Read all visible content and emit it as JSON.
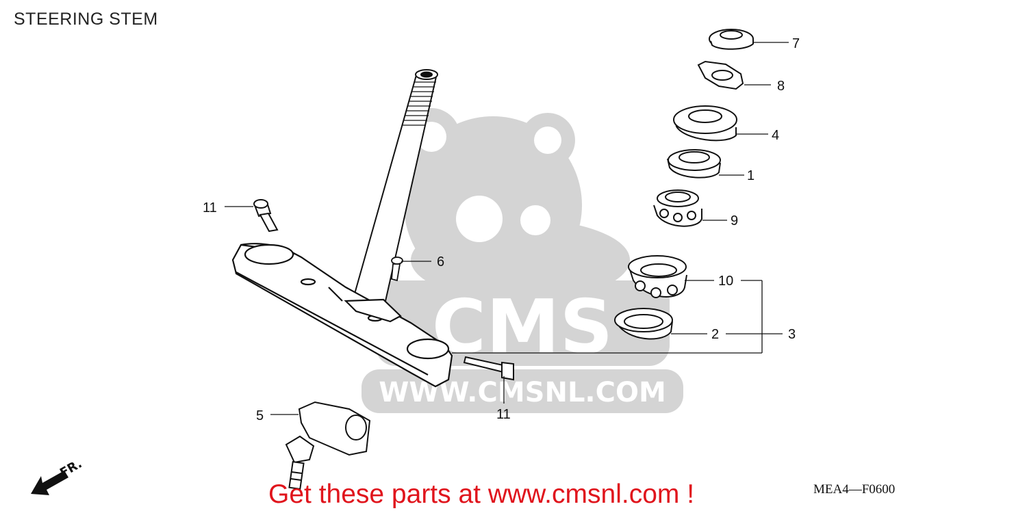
{
  "title": "STEERING STEM",
  "diagram_code": "MEA4—F0600",
  "call_to_action": "Get these parts at www.cmsnl.com !",
  "watermark": {
    "brand": "CMS",
    "url": "WWW.CMSNL.COM"
  },
  "front_indicator": "FR.",
  "colors": {
    "cta": "#e0141c",
    "watermark": "#d4d4d4",
    "line": "#111111"
  },
  "callouts": [
    {
      "id": "7",
      "label": "7"
    },
    {
      "id": "8",
      "label": "8"
    },
    {
      "id": "4",
      "label": "4"
    },
    {
      "id": "1",
      "label": "1"
    },
    {
      "id": "9",
      "label": "9"
    },
    {
      "id": "10",
      "label": "10"
    },
    {
      "id": "2",
      "label": "2"
    },
    {
      "id": "3",
      "label": "3"
    },
    {
      "id": "6",
      "label": "6"
    },
    {
      "id": "11a",
      "label": "11"
    },
    {
      "id": "11b",
      "label": "11"
    },
    {
      "id": "5",
      "label": "5"
    }
  ]
}
